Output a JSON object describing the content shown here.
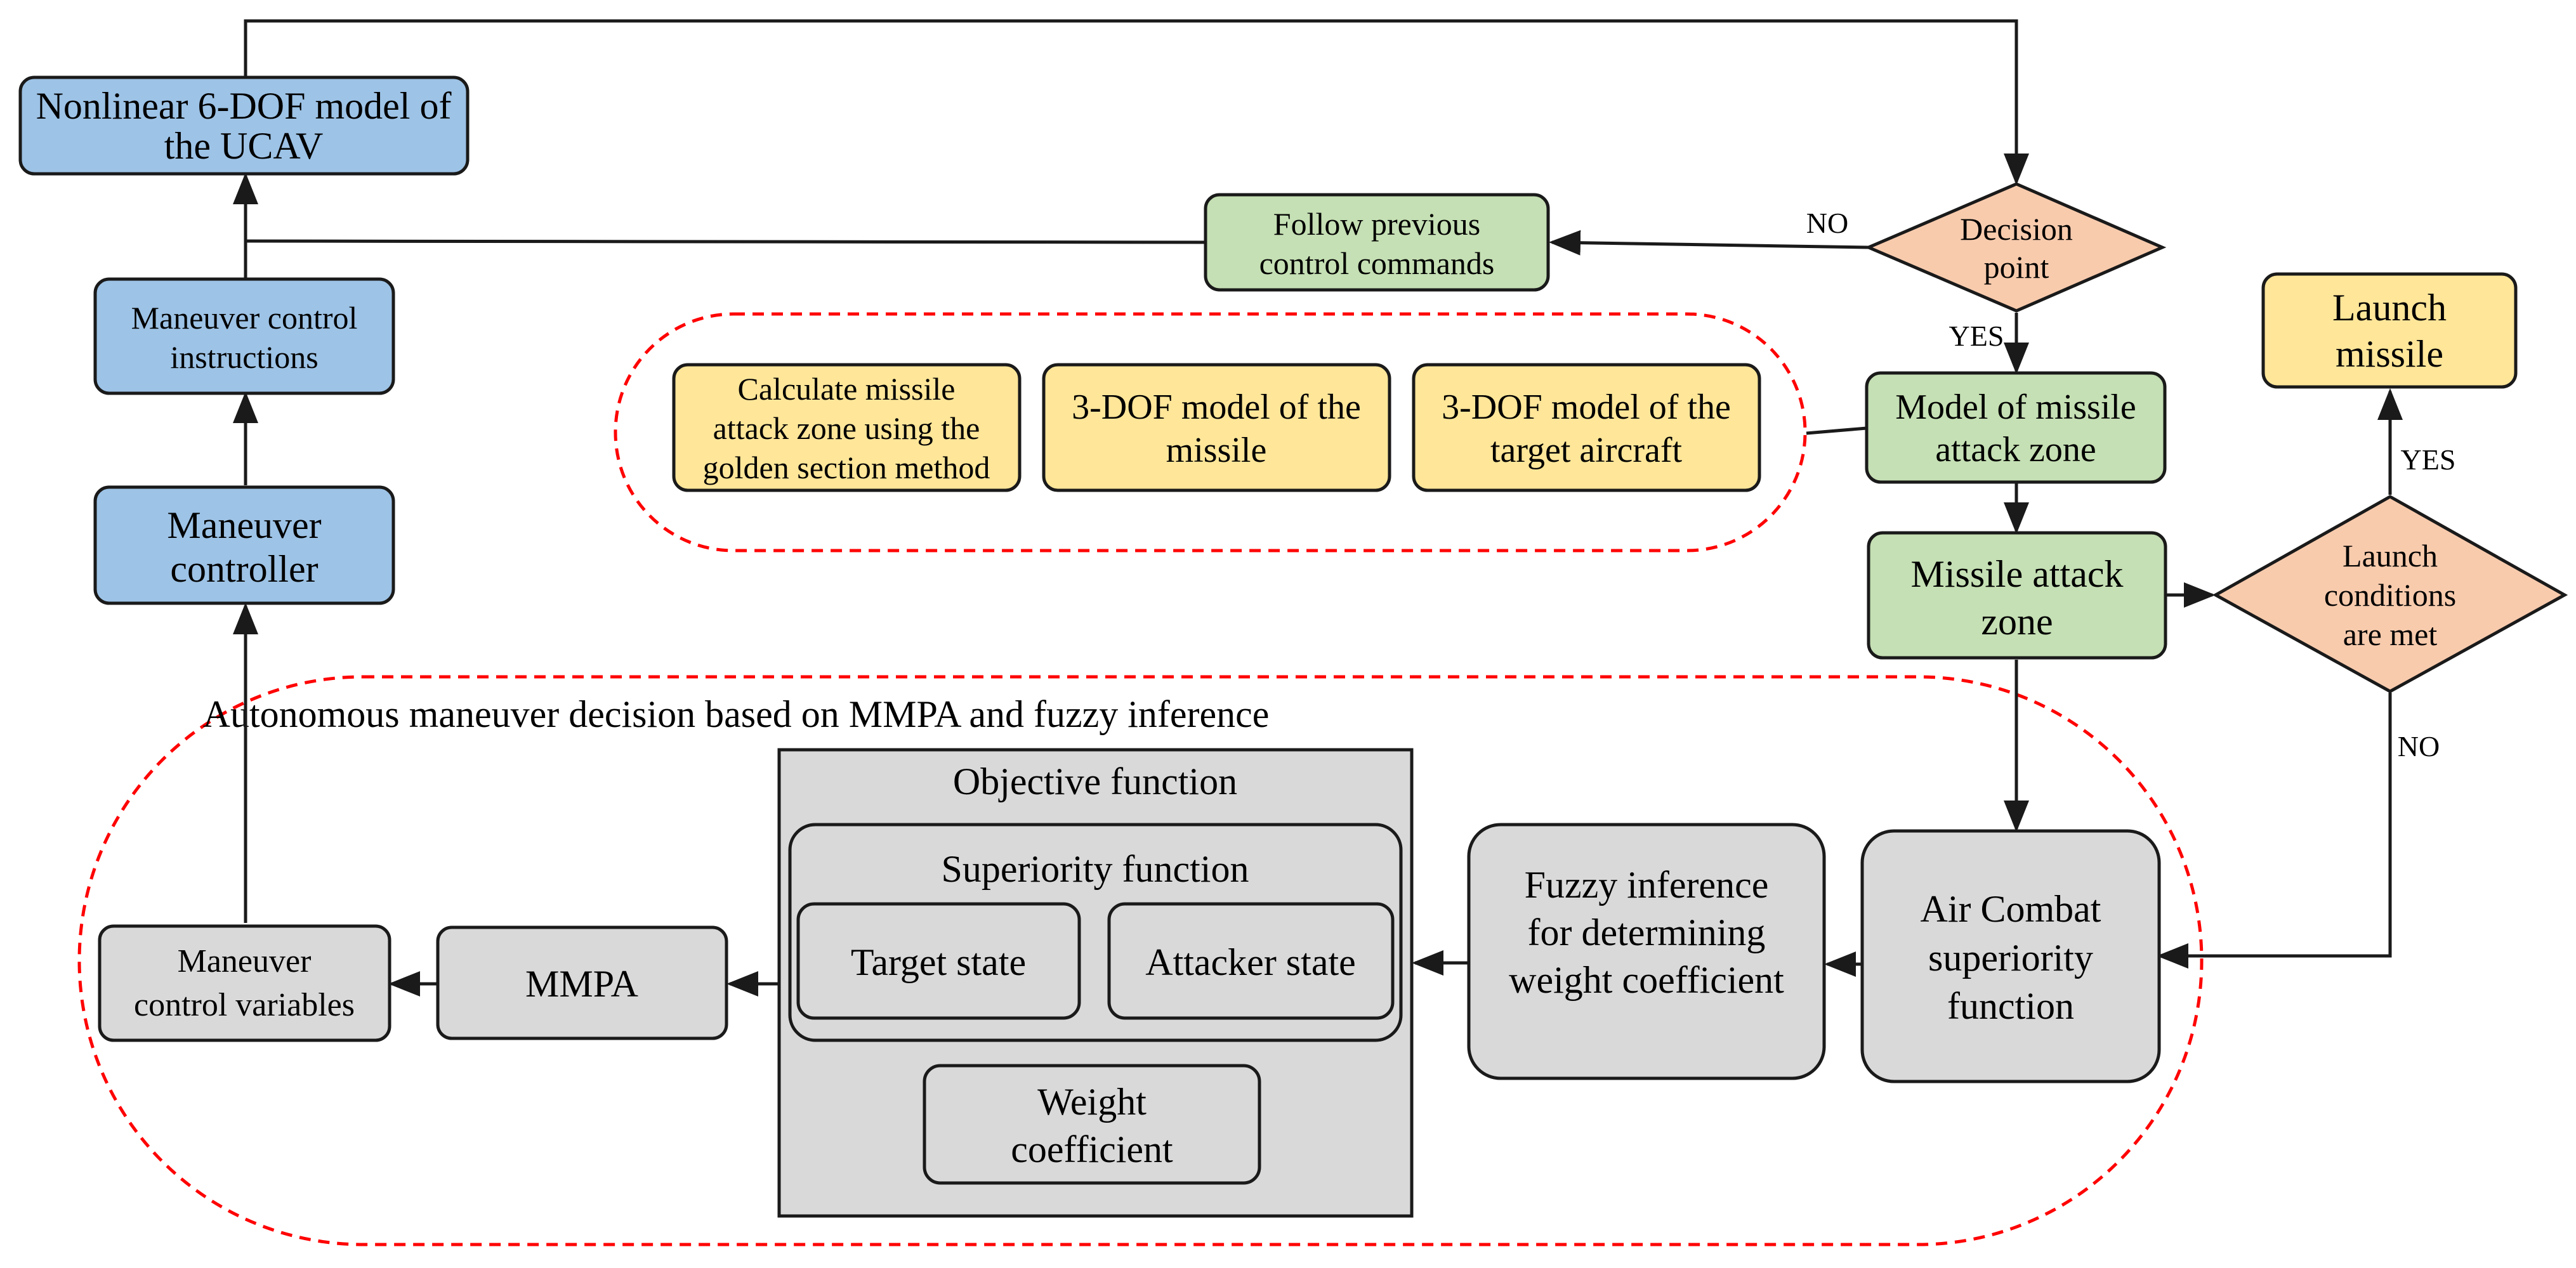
{
  "colors": {
    "blue": "#9dc3e6",
    "green": "#c5e0b4",
    "yellow": "#ffe699",
    "orange": "#f8cbad",
    "gray": "#d9d9d9",
    "stroke": "#1a1a1a",
    "dashed_group": "#ff0000"
  },
  "nodes": {
    "nonlinear_model": [
      "Nonlinear 6-DOF model of",
      "the UCAV"
    ],
    "maneuver_control_instructions": [
      "Maneuver control",
      "instructions"
    ],
    "maneuver_controller": [
      "Maneuver",
      "controller"
    ],
    "follow_previous": [
      "Follow previous",
      "control commands"
    ],
    "decision_point": [
      "Decision",
      "point"
    ],
    "golden_section": [
      "Calculate missile",
      "attack zone using the",
      "golden section method"
    ],
    "missile_3dof": [
      "3-DOF model of the",
      "missile"
    ],
    "target_3dof": [
      "3-DOF model of the",
      "target aircraft"
    ],
    "model_missile_attack_zone": [
      "Model of missile",
      "attack zone"
    ],
    "launch_missile": [
      "Launch",
      "missile"
    ],
    "missile_attack_zone": [
      "Missile attack",
      "zone"
    ],
    "launch_conditions": [
      "Launch",
      "conditions",
      "are met"
    ],
    "maneuver_control_variables": [
      "Maneuver",
      "control variables"
    ],
    "mmpa": "MMPA",
    "objective_function": "Objective function",
    "superiority_function": "Superiority function",
    "target_state": "Target state",
    "attacker_state": "Attacker state",
    "weight_coefficient": [
      "Weight",
      "coefficient"
    ],
    "fuzzy_inference": [
      "Fuzzy inference",
      "for determining",
      "weight coefficient"
    ],
    "air_combat_superiority": [
      "Air Combat",
      "superiority",
      "function"
    ]
  },
  "groups": {
    "autonomous_title": "Autonomous maneuver decision based on MMPA and fuzzy inference"
  },
  "edge_labels": {
    "no_decision": "NO",
    "yes_decision": "YES",
    "yes_launch": "YES",
    "no_launch": "NO"
  }
}
